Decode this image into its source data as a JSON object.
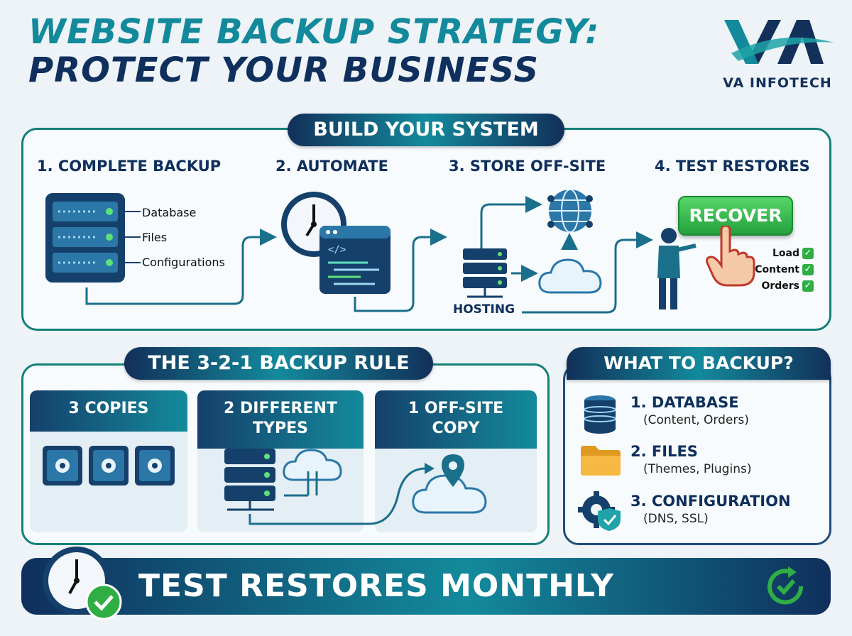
{
  "title": {
    "line1": "WEBSITE BACKUP STRATEGY:",
    "line2": "PROTECT YOUR BUSINESS"
  },
  "brand": {
    "name": "VA INFOTECH"
  },
  "build": {
    "heading": "BUILD YOUR SYSTEM",
    "steps": [
      {
        "label": "1. COMPLETE BACKUP",
        "items": [
          "Database",
          "Files",
          "Configurations"
        ]
      },
      {
        "label": "2. AUTOMATE"
      },
      {
        "label": "3. STORE OFF-SITE",
        "hosting": "HOSTING"
      },
      {
        "label": "4. TEST RESTORES",
        "button": "RECOVER",
        "checks": [
          "Load",
          "Content",
          "Orders"
        ]
      }
    ]
  },
  "rule": {
    "heading": "THE 3-2-1 BACKUP RULE",
    "cards": [
      {
        "title": "3 COPIES"
      },
      {
        "title": "2 DIFFERENT TYPES"
      },
      {
        "title": "1 OFF-SITE COPY"
      }
    ]
  },
  "what": {
    "heading": "WHAT TO BACKUP?",
    "items": [
      {
        "title": "1. DATABASE",
        "sub": "(Content, Orders)"
      },
      {
        "title": "2. FILES",
        "sub": "(Themes, Plugins)"
      },
      {
        "title": "3. CONFIGURATION",
        "sub": "(DNS, SSL)"
      }
    ]
  },
  "banner": {
    "text": "TEST RESTORES MONTHLY"
  },
  "colors": {
    "navy": "#0f2f5c",
    "teal": "#138a9c",
    "green": "#2fae45"
  }
}
